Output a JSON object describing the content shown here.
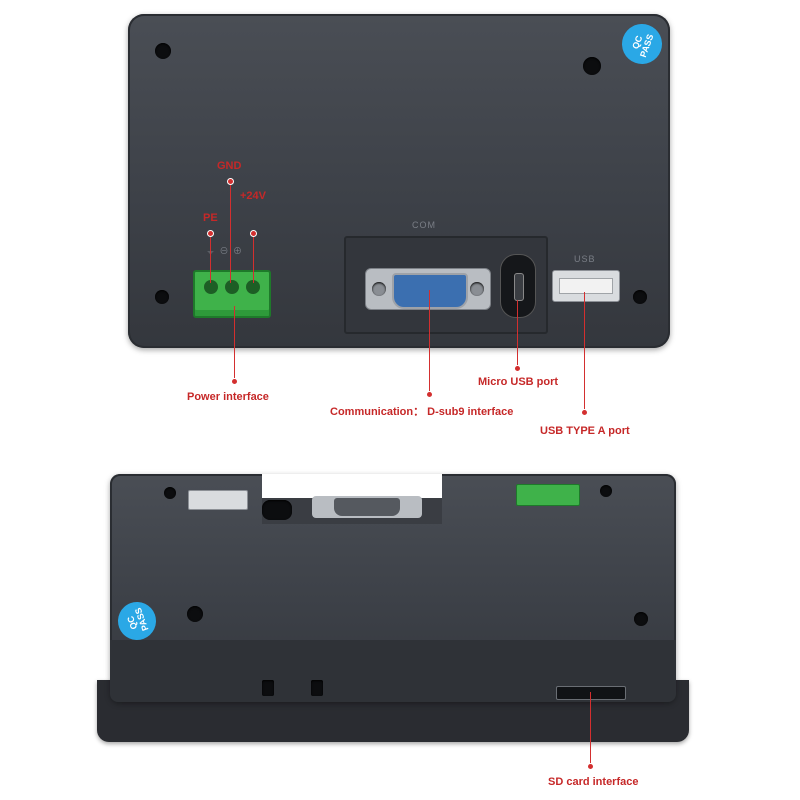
{
  "top_view": {
    "qc_sticker": {
      "line1": "QC",
      "line2": "PASS"
    },
    "silkscreen": {
      "com": "COM",
      "usb": "USB"
    },
    "power_terminal_labels": {
      "pe": "PE",
      "gnd": "GND",
      "v24": "+24V"
    }
  },
  "callouts": {
    "power": "Power interface",
    "communication": "Communication： D-sub9 interface",
    "micro_usb": "Micro USB port",
    "usb_a": "USB TYPE A port",
    "sd_card": "SD card interface"
  },
  "bottom_view": {
    "qc_sticker": {
      "line1": "QC",
      "line2": "PASS"
    }
  },
  "colors": {
    "housing": "#3d4148",
    "callout_red": "#d32f2f",
    "terminal_green": "#3fb24a",
    "connector_blue": "#3b6fb0",
    "sticker_blue": "#2aa8e6"
  }
}
